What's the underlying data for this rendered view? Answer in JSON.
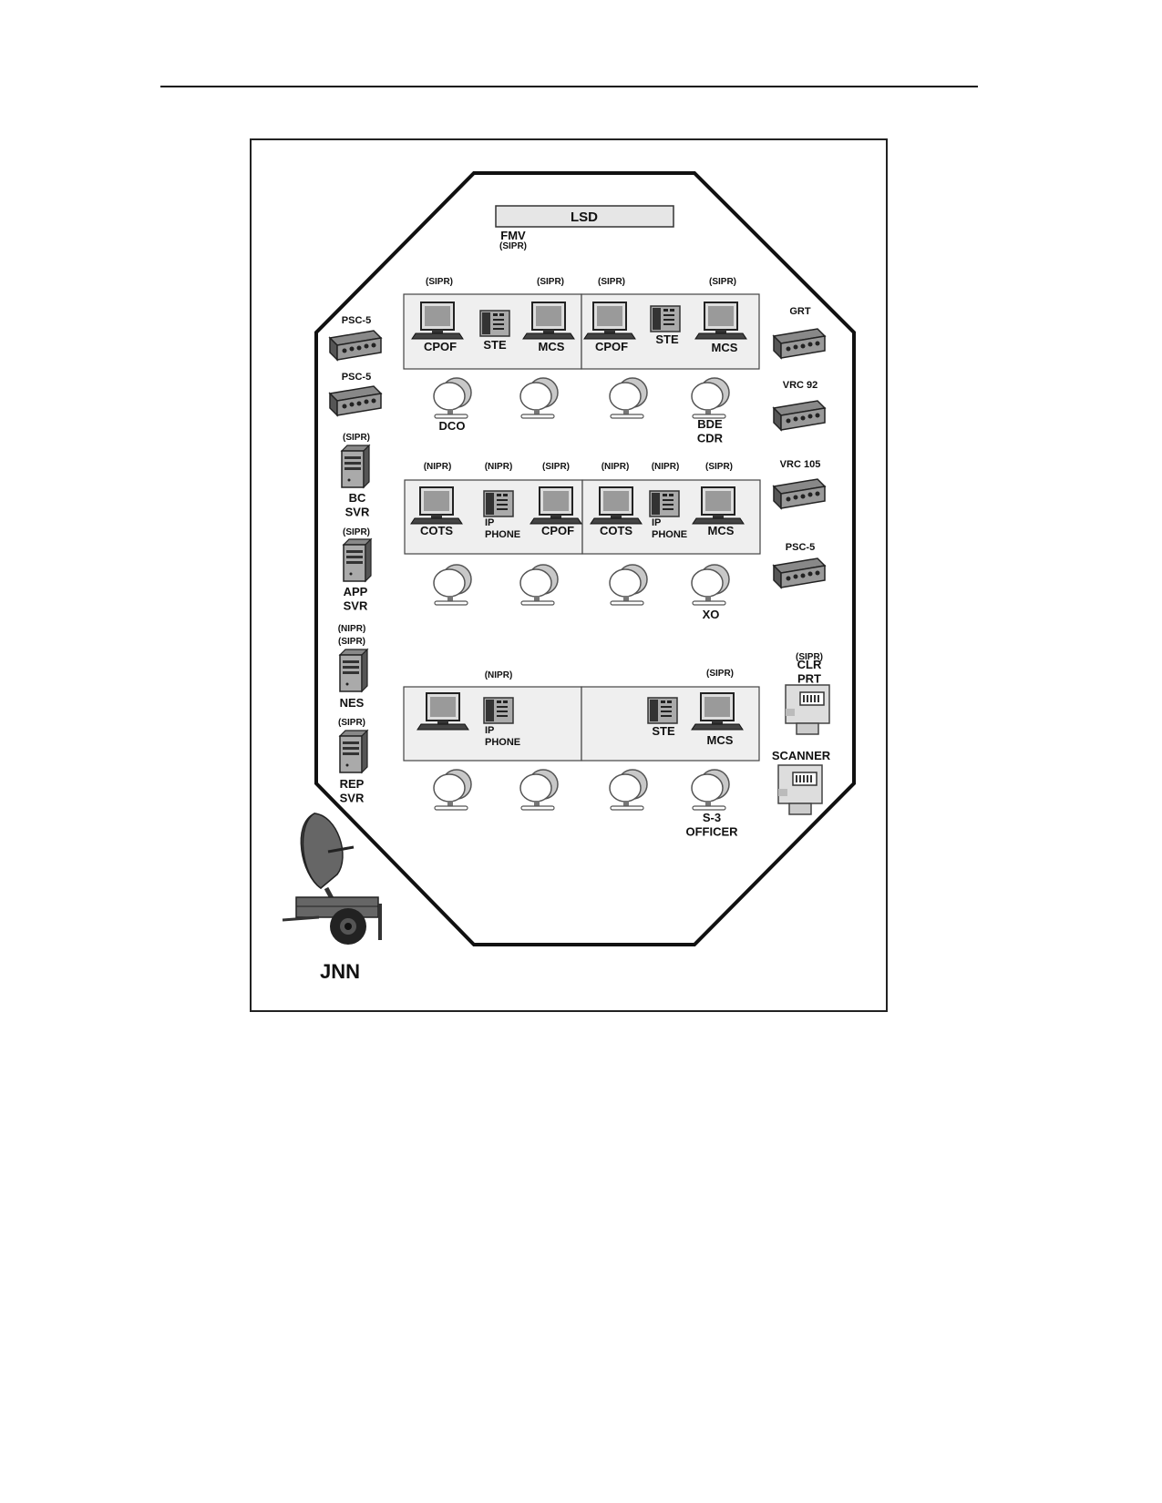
{
  "lsd": "LSD",
  "fmv": {
    "label": "FMV",
    "net": "(SIPR)"
  },
  "row1": {
    "nets": [
      "(SIPR)",
      "(SIPR)",
      "(SIPR)",
      "(SIPR)"
    ],
    "devices": [
      "CPOF",
      "STE",
      "MCS",
      "CPOF",
      "STE",
      "MCS"
    ],
    "seats": [
      "DCO",
      "",
      "",
      "BDE CDR"
    ]
  },
  "row2": {
    "nets": [
      "(NIPR)",
      "(NIPR)",
      "(SIPR)",
      "(NIPR)",
      "(NIPR)",
      "(SIPR)"
    ],
    "devices": [
      "COTS",
      "IP PHONE",
      "CPOF",
      "COTS",
      "IP PHONE",
      "MCS"
    ],
    "seats": [
      "",
      "",
      "",
      "XO"
    ]
  },
  "row3": {
    "nets": [
      "(NIPR)",
      "(SIPR)"
    ],
    "devices": [
      "",
      "IP PHONE",
      "STE",
      "MCS"
    ],
    "seats": [
      "",
      "",
      "",
      "S-3 OFFICER"
    ]
  },
  "left": {
    "psc5a": "PSC-5",
    "psc5b": "PSC-5",
    "bc": {
      "net": "(SIPR)",
      "label": "BC SVR"
    },
    "app": {
      "net": "(SIPR)",
      "label": "APP SVR"
    },
    "nes": {
      "net1": "(NIPR)",
      "net2": "(SIPR)",
      "label": "NES"
    },
    "rep": {
      "net": "(SIPR)",
      "label": "REP SVR"
    }
  },
  "right": {
    "grt": "GRT",
    "vrc92": "VRC 92",
    "vrc105": "VRC 105",
    "psc5": "PSC-5",
    "printer": {
      "net": "(SIPR)",
      "label": "CLR PRT"
    },
    "scanner": "SCANNER"
  },
  "jnn": "JNN"
}
